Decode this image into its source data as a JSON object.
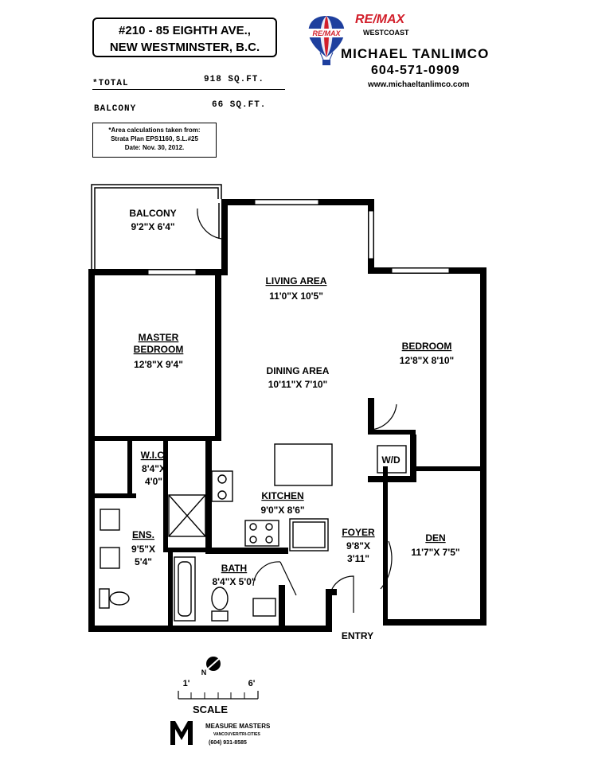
{
  "header": {
    "address_line1": "#210 - 85 EIGHTH AVE.,",
    "address_line2": "NEW WESTMINSTER, B.C.",
    "total_label": "*TOTAL",
    "total_value": "918 SQ.FT.",
    "balcony_label": "BALCONY",
    "balcony_value": "66 SQ.FT.",
    "note_line1": "*Area calculations taken from:",
    "note_line2": "Strata Plan EPS1160, S.L.#25",
    "note_line3": "Date: Nov. 30, 2012."
  },
  "agent": {
    "brand": "RE/MAX",
    "logo_small": "RE/MAX",
    "office": "WESTCOAST",
    "name": "MICHAEL TANLIMCO",
    "phone": "604-571-0909",
    "website": "www.michaeltanlimco.com"
  },
  "rooms": {
    "balcony": {
      "name": "BALCONY",
      "size": "9'2\"X 6'4\""
    },
    "living": {
      "name": "LIVING AREA",
      "size": "11'0\"X 10'5\""
    },
    "dining": {
      "name": "DINING AREA",
      "size": "10'11\"X 7'10\""
    },
    "master_line1": "MASTER",
    "master_line2": "BEDROOM",
    "master_size": "12'8\"X 9'4\"",
    "bedroom": {
      "name": "BEDROOM",
      "size": "12'8\"X 8'10\""
    },
    "wic": {
      "name": "W.I.C.",
      "size1": "8'4\"X",
      "size2": "4'0\""
    },
    "kitchen": {
      "name": "KITCHEN",
      "size": "9'0\"X 8'6\""
    },
    "wd": "W/D",
    "ens": {
      "name": "ENS.",
      "size1": "9'5\"X",
      "size2": "5'4\""
    },
    "foyer": {
      "name": "FOYER",
      "size1": "9'8\"X",
      "size2": "3'11\""
    },
    "den": {
      "name": "DEN",
      "size": "11'7\"X 7'5\""
    },
    "bath": {
      "name": "BATH",
      "size": "8'4\"X 5'0\""
    },
    "entry": "ENTRY"
  },
  "scale": {
    "label": "SCALE",
    "tick1": "1'",
    "tick6": "6'",
    "north": "N"
  },
  "footer": {
    "brand": "MEASURE MASTERS",
    "sub": "VANCOUVER/TRI-CITIES",
    "phone": "(604) 931-8585"
  },
  "colors": {
    "ink": "#000000",
    "balloon_blue": "#1e3f9e",
    "balloon_red": "#d21f2b",
    "brand_red": "#d21f2b",
    "brand_blue": "#1e3f9e"
  }
}
